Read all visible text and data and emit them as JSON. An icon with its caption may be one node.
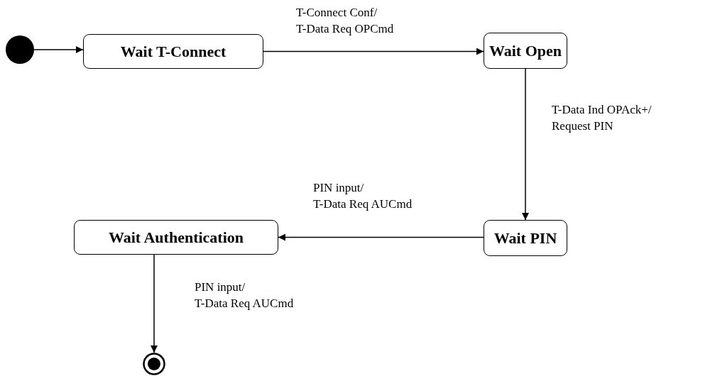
{
  "diagram": {
    "nodes": [
      {
        "text": [],
        "shape": "circle"
      },
      {
        "text": [
          "Wait T-Connect"
        ]
      },
      {
        "text": [
          "Wait Open"
        ]
      },
      {
        "text": [
          "Wait PIN"
        ]
      },
      {
        "text": [
          "Wait Authentication"
        ]
      },
      {
        "text": [],
        "shape": "bullseye"
      }
    ],
    "edges": [
      {
        "from": 0,
        "to": 1,
        "arrow": "to"
      },
      {
        "from": 1,
        "to": 2,
        "arrow": "to",
        "label": "T-Connect Conf/ T-Data Req OPCmd"
      },
      {
        "from": 2,
        "to": 3,
        "arrow": "to",
        "label": "T-Data Ind OPAck+/ Request PIN"
      },
      {
        "from": 3,
        "to": 4,
        "arrow": "to",
        "label": "PIN input/ T-Data Req AUCmd"
      },
      {
        "from": 4,
        "to": 5,
        "arrow": "to",
        "label": "PIN input/ T-Data Req AUCmd"
      }
    ]
  }
}
